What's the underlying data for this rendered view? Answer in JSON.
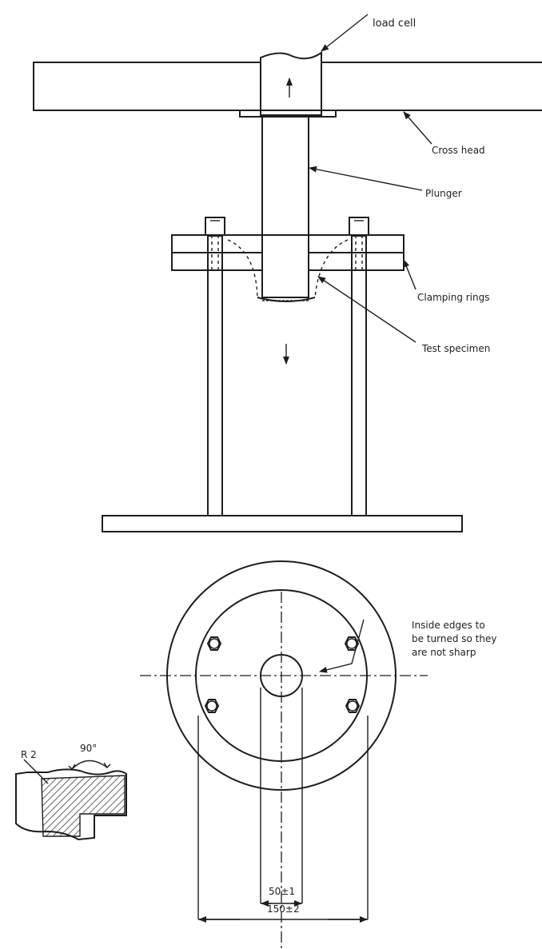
{
  "labels": {
    "load_cell": "load cell",
    "cross_head": "Cross head",
    "plunger": "Plunger",
    "clamping_rings": "Clamping rings",
    "test_specimen": "Test specimen",
    "inside_edges_line1": "Inside edges to",
    "inside_edges_line2": "be turned so they",
    "inside_edges_line3": "are not sharp",
    "radius": "R 2",
    "angle": "90°",
    "dim_inner": "50±1",
    "dim_outer": "150±2"
  },
  "colors": {
    "ink": "#1e1e1e",
    "paper": "#ffffff"
  }
}
